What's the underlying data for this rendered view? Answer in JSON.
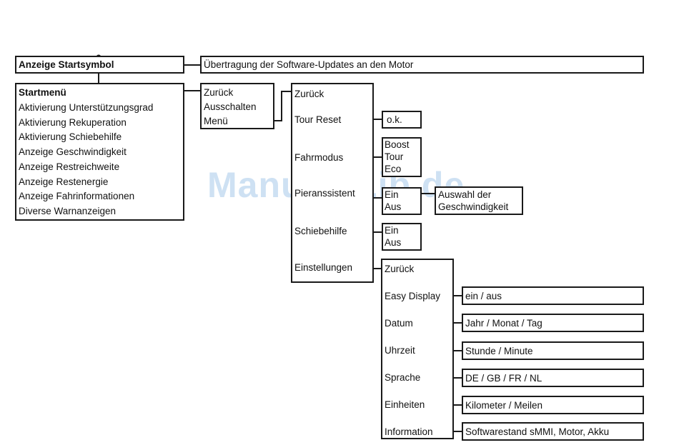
{
  "top": {
    "start_symbol": "Anzeige Startsymbol",
    "software_update": "Übertragung der Software-Updates an den Motor"
  },
  "startmenu": {
    "title": "Startmenü",
    "items": [
      "Aktivierung Unterstützungsgrad",
      "Aktivierung Rekuperation",
      "Aktivierung Schiebehilfe",
      "Anzeige Geschwindigkeit",
      "Anzeige Restreichweite",
      "Anzeige Restenergie",
      "Anzeige Fahrinformationen",
      "Diverse Warnanzeigen"
    ]
  },
  "menu1": {
    "items": [
      "Zurück",
      "Ausschalten",
      "Menü"
    ]
  },
  "menu2": {
    "items": [
      "Zurück",
      "Tour Reset",
      "Fahrmodus",
      "Pieranssistent",
      "Schiebehilfe",
      "Einstellungen"
    ]
  },
  "tour_reset": {
    "ok": "o.k."
  },
  "fahrmodus": {
    "options": [
      "Boost",
      "Tour",
      "Eco"
    ]
  },
  "tempomat": {
    "options": [
      "Ein",
      "Aus"
    ],
    "speed_select": [
      "Auswahl der",
      "Geschwindigkeit"
    ]
  },
  "schiebehilfe": {
    "options": [
      "Ein",
      "Aus"
    ]
  },
  "settings": {
    "items": [
      "Zurück",
      "Easy Display",
      "Datum",
      "Uhrzeit",
      "Sprache",
      "Einheiten",
      "Information"
    ],
    "values": [
      "ein / aus",
      "Jahr / Monat / Tag",
      "Stunde / Minute",
      "DE / GB / FR / NL",
      "Kilometer / Meilen",
      "Softwarestand sMMI, Motor, Akku"
    ]
  },
  "watermark": "ManualsLib.de",
  "colors": {
    "line": "#1a1a1a",
    "watermark": "#c6dcf2"
  }
}
